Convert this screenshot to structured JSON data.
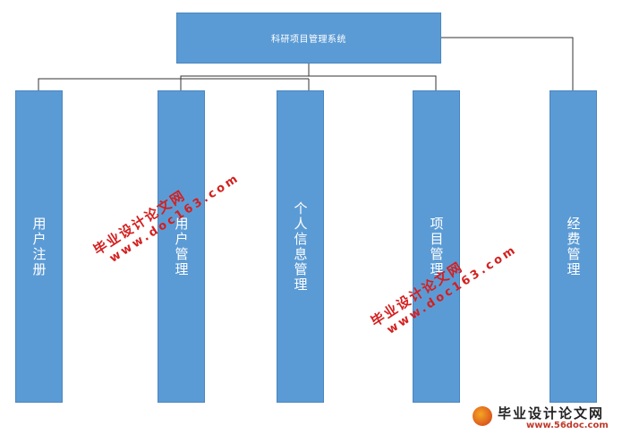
{
  "diagram": {
    "root": "科研项目管理系统",
    "children": [
      "用户注册",
      "用户管理",
      "个人信息管理",
      "项目管理",
      "经费管理"
    ]
  },
  "watermarks": [
    {
      "line1": "毕业设计论文网",
      "line2": "www.doc163.com"
    },
    {
      "line1": "毕业设计论文网",
      "line2": "www.doc163.com"
    }
  ],
  "footer": {
    "brand": "毕业设计论文网",
    "url": "www.56doc.com"
  },
  "colors": {
    "node_fill": "#5b9bd5",
    "connector": "#333333",
    "watermark": "#d41f1f"
  }
}
